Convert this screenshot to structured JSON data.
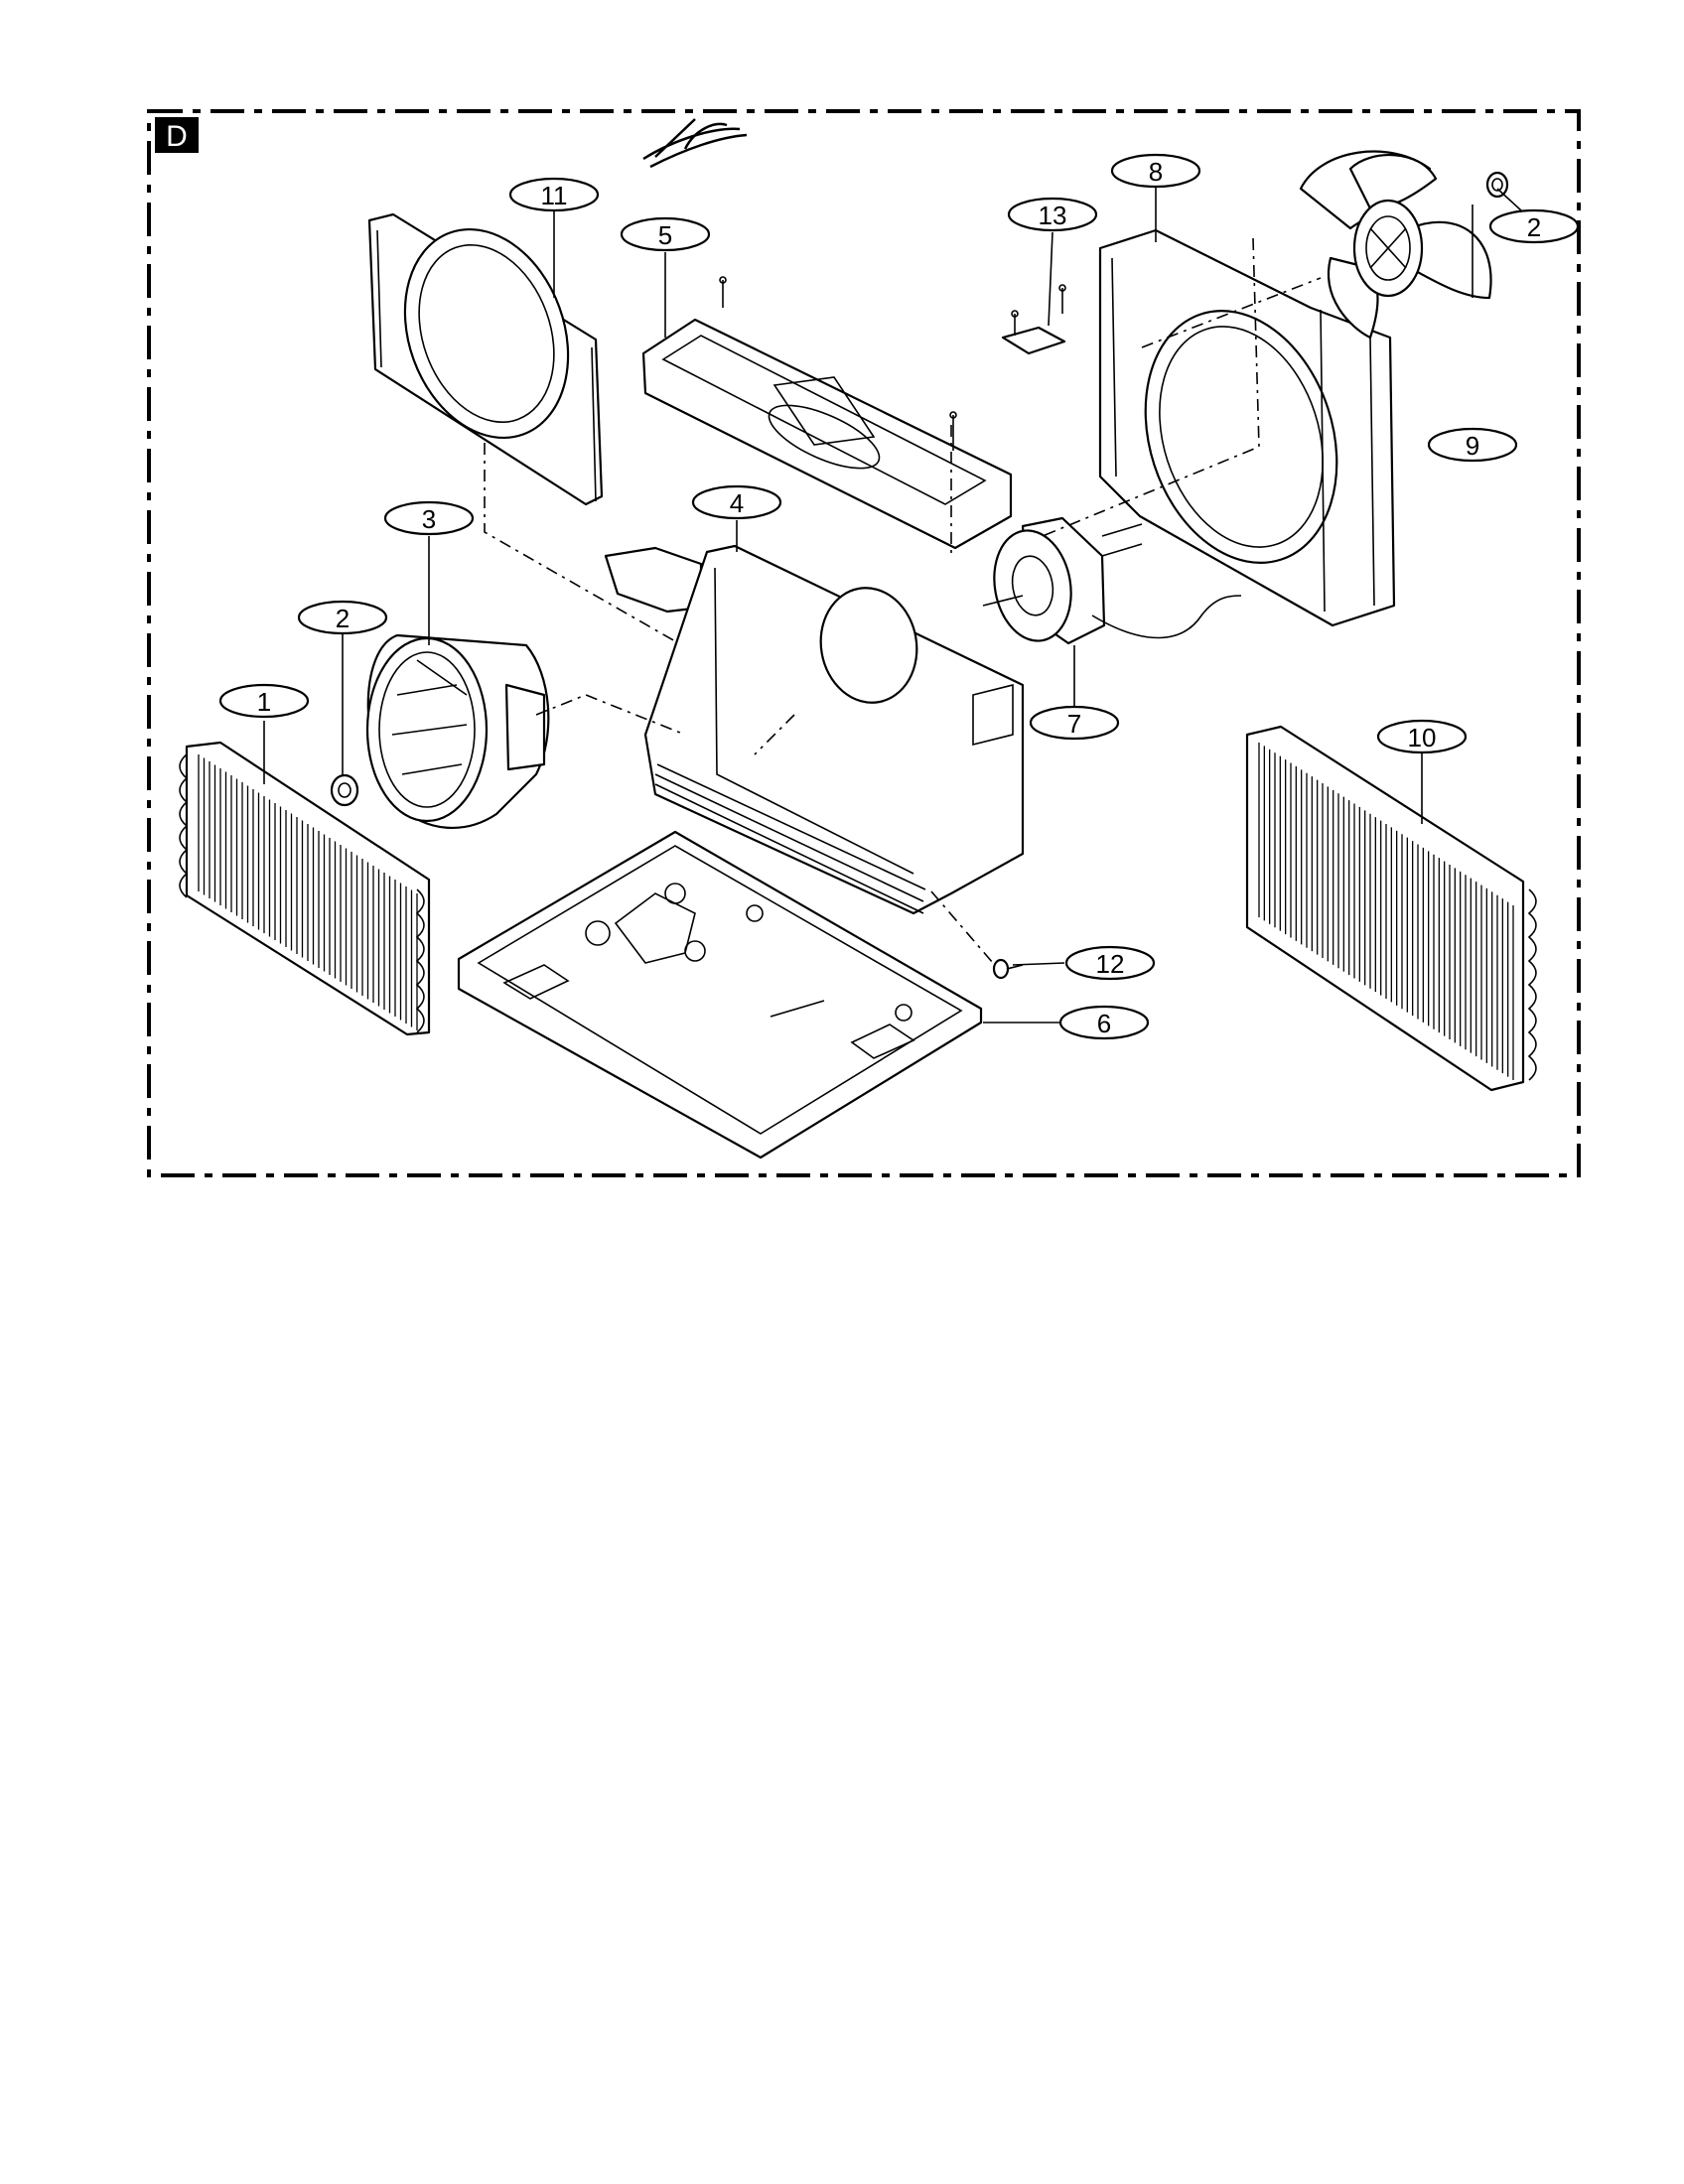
{
  "section_tag": "D",
  "callouts": [
    {
      "id": "c1",
      "label": "1"
    },
    {
      "id": "c2a",
      "label": "2"
    },
    {
      "id": "c2b",
      "label": "2"
    },
    {
      "id": "c3",
      "label": "3"
    },
    {
      "id": "c4",
      "label": "4"
    },
    {
      "id": "c5",
      "label": "5"
    },
    {
      "id": "c6",
      "label": "6"
    },
    {
      "id": "c7",
      "label": "7"
    },
    {
      "id": "c8",
      "label": "8"
    },
    {
      "id": "c9",
      "label": "9"
    },
    {
      "id": "c10",
      "label": "10"
    },
    {
      "id": "c11",
      "label": "11"
    },
    {
      "id": "c12",
      "label": "12"
    },
    {
      "id": "c13",
      "label": "13"
    }
  ]
}
